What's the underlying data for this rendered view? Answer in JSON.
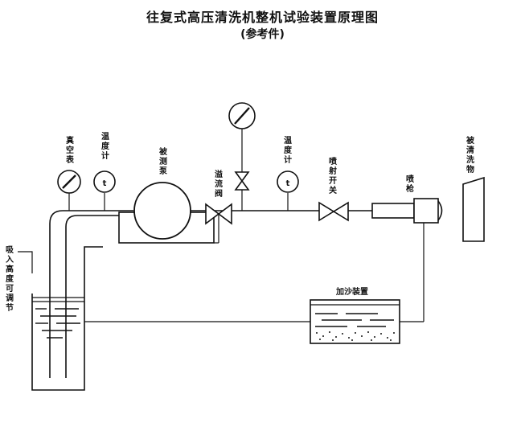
{
  "title": "往复式高压清洗机整机试验装置原理图",
  "subtitle": "(参考件)",
  "labels": {
    "vacuum_gauge": [
      "真",
      "空",
      "表"
    ],
    "thermometer_1": [
      "温",
      "度",
      "计"
    ],
    "pump": [
      "被",
      "测",
      "泵"
    ],
    "relief_valve": [
      "溢",
      "流",
      "阀"
    ],
    "thermometer_2": [
      "温",
      "度",
      "计"
    ],
    "spray_switch": [
      "喷",
      "射",
      "开",
      "关"
    ],
    "spray_gun": [
      "喷",
      "枪"
    ],
    "target": [
      "被",
      "清",
      "洗",
      "物"
    ],
    "suction_height": [
      "吸",
      "入",
      "高",
      "度",
      "可",
      "调",
      "节"
    ],
    "sand_device": "加沙装置",
    "thermo_symbol_1": "t",
    "thermo_symbol_2": "t"
  }
}
